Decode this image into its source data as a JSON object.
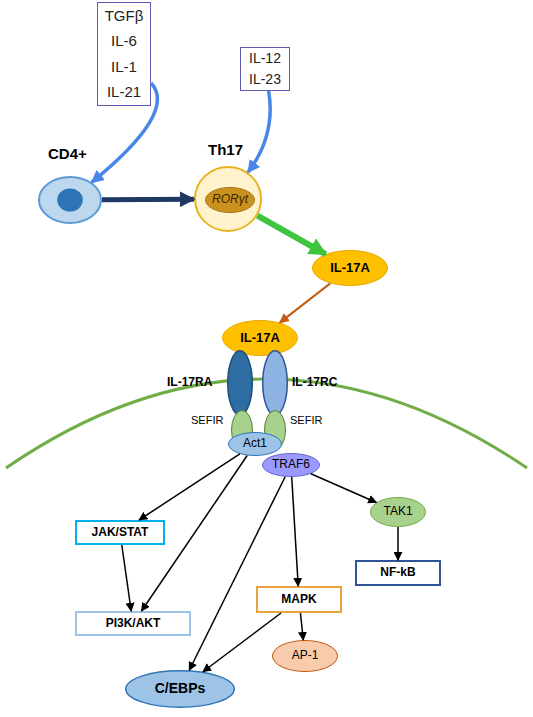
{
  "diagram": {
    "nodes": [
      {
        "text": [
          "TGFβ",
          "IL-6",
          "IL-1",
          "IL-21"
        ]
      },
      {
        "text": [
          "IL-12",
          "IL-23"
        ]
      },
      {
        "text": [
          "CD4+"
        ]
      },
      {
        "text": [
          "Th17"
        ]
      },
      {
        "text": [
          "RORγt"
        ],
        "in": 3
      },
      {
        "text": [
          "IL-17A"
        ]
      },
      {
        "text": [
          "IL-17A"
        ]
      },
      {
        "text": [
          "IL-17RA"
        ]
      },
      {
        "text": [
          "IL-17RC"
        ]
      },
      {
        "text": [
          "SEFIR"
        ]
      },
      {
        "text": [
          "SEFIR"
        ]
      },
      {
        "text": [
          "Act1"
        ]
      },
      {
        "text": [
          "TRAF6"
        ]
      },
      {
        "text": [
          "TAK1"
        ]
      },
      {
        "text": [
          "JAK/STAT"
        ]
      },
      {
        "text": [
          "PI3K/AKT"
        ]
      },
      {
        "text": [
          "MAPK"
        ]
      },
      {
        "text": [
          "NF-kB"
        ]
      },
      {
        "text": [
          "C/EBPs"
        ]
      },
      {
        "text": [
          "AP-1"
        ]
      }
    ],
    "edges": [
      {
        "from": 0,
        "to": 2,
        "arrow": "to"
      },
      {
        "from": 2,
        "to": 3,
        "arrow": "to"
      },
      {
        "from": 1,
        "to": 3,
        "arrow": "to"
      },
      {
        "from": 3,
        "to": 5,
        "arrow": "to"
      },
      {
        "from": 5,
        "to": 6,
        "arrow": "to"
      },
      {
        "from": 11,
        "to": 14,
        "arrow": "to"
      },
      {
        "from": 11,
        "to": 15,
        "arrow": "to"
      },
      {
        "from": 14,
        "to": 15,
        "arrow": "to"
      },
      {
        "from": 12,
        "to": 18,
        "arrow": "to"
      },
      {
        "from": 12,
        "to": 16,
        "arrow": "to"
      },
      {
        "from": 12,
        "to": 13,
        "arrow": "to"
      },
      {
        "from": 13,
        "to": 17,
        "arrow": "to"
      },
      {
        "from": 16,
        "to": 18,
        "arrow": "to"
      },
      {
        "from": 16,
        "to": 19,
        "arrow": "to"
      }
    ]
  }
}
